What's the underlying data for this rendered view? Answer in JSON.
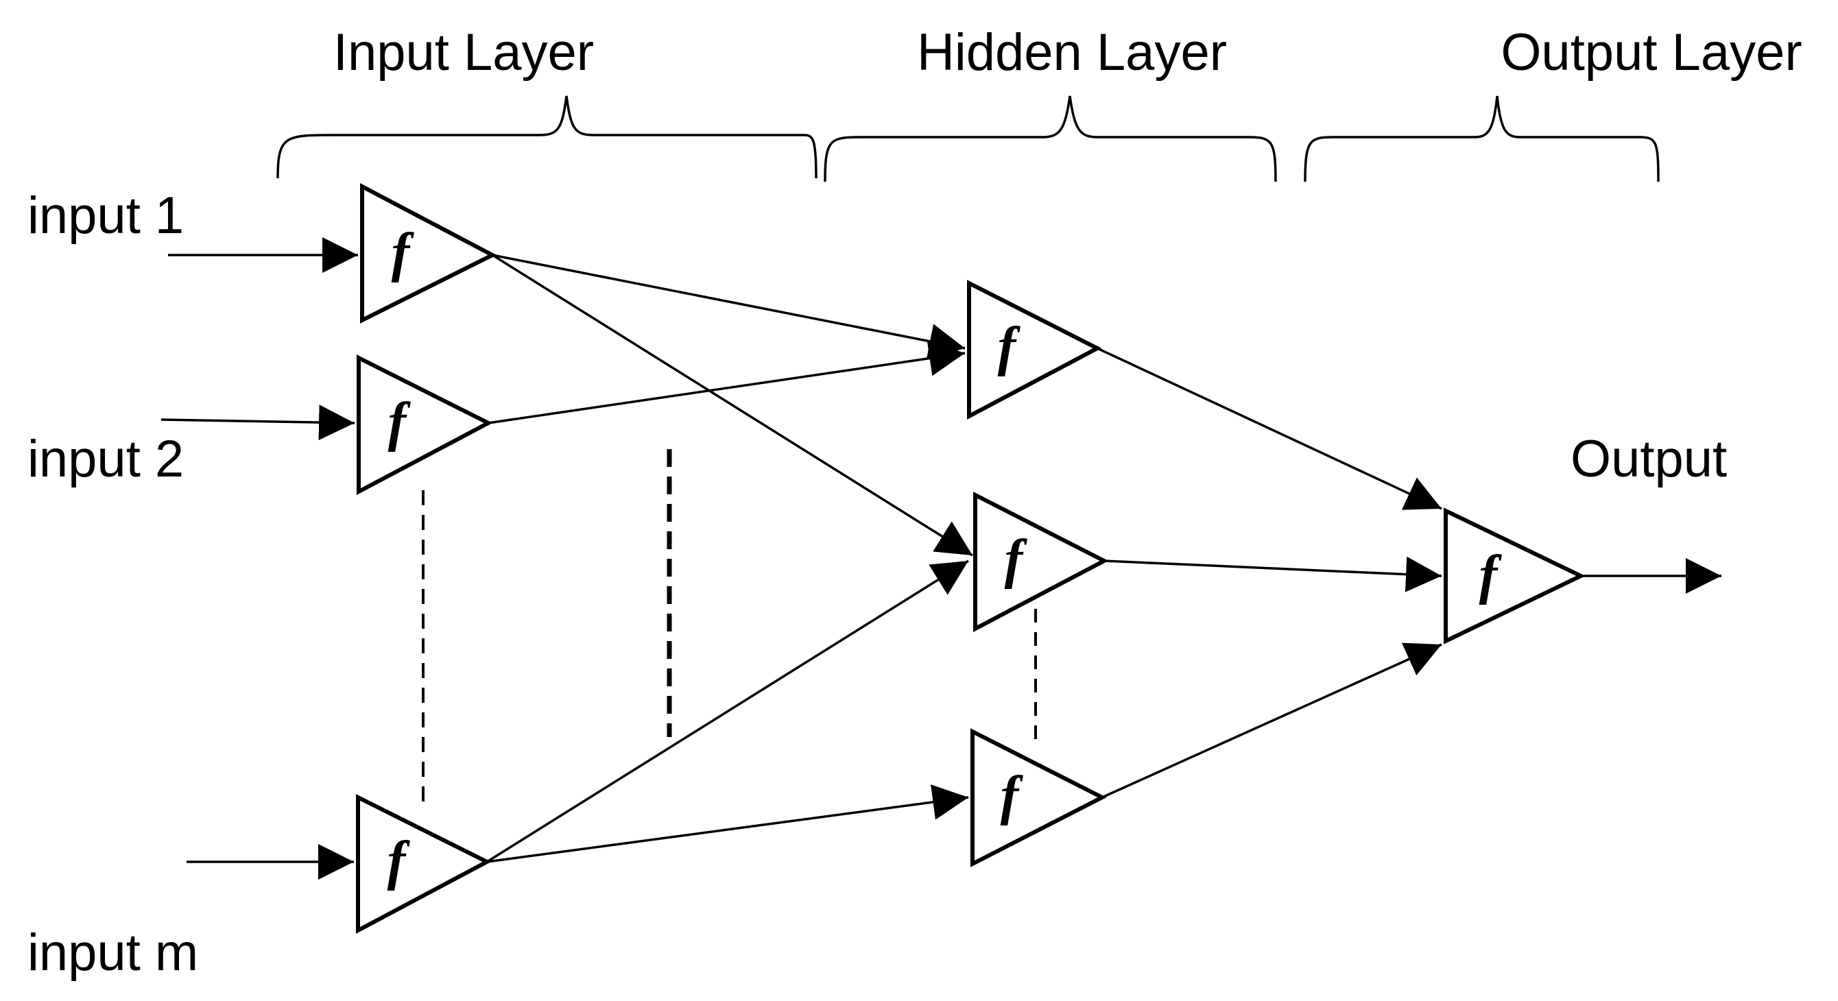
{
  "layers": {
    "input": "Input Layer",
    "hidden": "Hidden Layer",
    "output": "Output Layer"
  },
  "inputs": {
    "input_1": "input 1",
    "input_2": "input 2",
    "input_m": "input m"
  },
  "output_label": "Output",
  "function_symbol": "f",
  "colors": {
    "stroke": "#000000",
    "background": "#ffffff"
  }
}
